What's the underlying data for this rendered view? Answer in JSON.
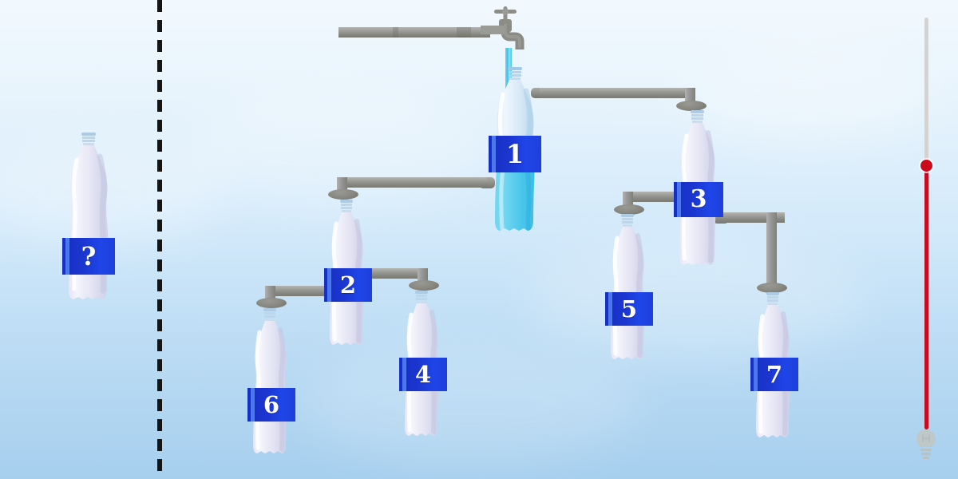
{
  "scene": {
    "title": "Water Bottle Flow Puzzle",
    "background_top_color": "#f2f9fe",
    "background_bottom_color": "#a6cfee",
    "divider_color": "#141414",
    "water_color": "#49c8ec",
    "pipe_color": "#8d8d88",
    "label_color": "#1d3fdd",
    "label_stripe_color": "#4f7bf0"
  },
  "faucet": {
    "name": "water-tap",
    "handle_label": "valve-handle",
    "stream_visible": true,
    "supply_pipe_label": "supply-pipe"
  },
  "question_bottle": {
    "label": "?",
    "filled": false,
    "orientation": "neck-up"
  },
  "bottles": [
    {
      "id": 1,
      "label": "1",
      "filled": true,
      "fill_level": 0.42,
      "orientation": "neck-up",
      "source": "tap"
    },
    {
      "id": 2,
      "label": "2",
      "filled": false,
      "fill_level": 0,
      "orientation": "neck-up",
      "source": "bottle 1"
    },
    {
      "id": 3,
      "label": "3",
      "filled": false,
      "fill_level": 0,
      "orientation": "neck-up",
      "source": "bottle 1"
    },
    {
      "id": 4,
      "label": "4",
      "filled": false,
      "fill_level": 0,
      "orientation": "neck-up",
      "source": "bottle 2"
    },
    {
      "id": 5,
      "label": "5",
      "filled": false,
      "fill_level": 0,
      "orientation": "neck-up",
      "source": "bottle 3"
    },
    {
      "id": 6,
      "label": "6",
      "filled": false,
      "fill_level": 0,
      "orientation": "neck-up",
      "source": "bottle 2"
    },
    {
      "id": 7,
      "label": "7",
      "filled": false,
      "fill_level": 0,
      "orientation": "neck-up",
      "source": "bottle 3"
    }
  ],
  "pipes": [
    {
      "from": "tap",
      "to": "bottle 1"
    },
    {
      "from": "bottle 1",
      "to": "bottle 3"
    },
    {
      "from": "bottle 1",
      "to": "bottle 2"
    },
    {
      "from": "bottle 2",
      "to": "bottle 6"
    },
    {
      "from": "bottle 2",
      "to": "bottle 4"
    },
    {
      "from": "bottle 3",
      "to": "bottle 5"
    },
    {
      "from": "bottle 3",
      "to": "bottle 7"
    }
  ],
  "slider": {
    "name": "progress-slider",
    "track_color": "#d3d3d3",
    "fill_color": "#cc0a1e",
    "knob_position_percent": 33
  },
  "hint": {
    "icon": "lightbulb-icon",
    "visible": true
  }
}
